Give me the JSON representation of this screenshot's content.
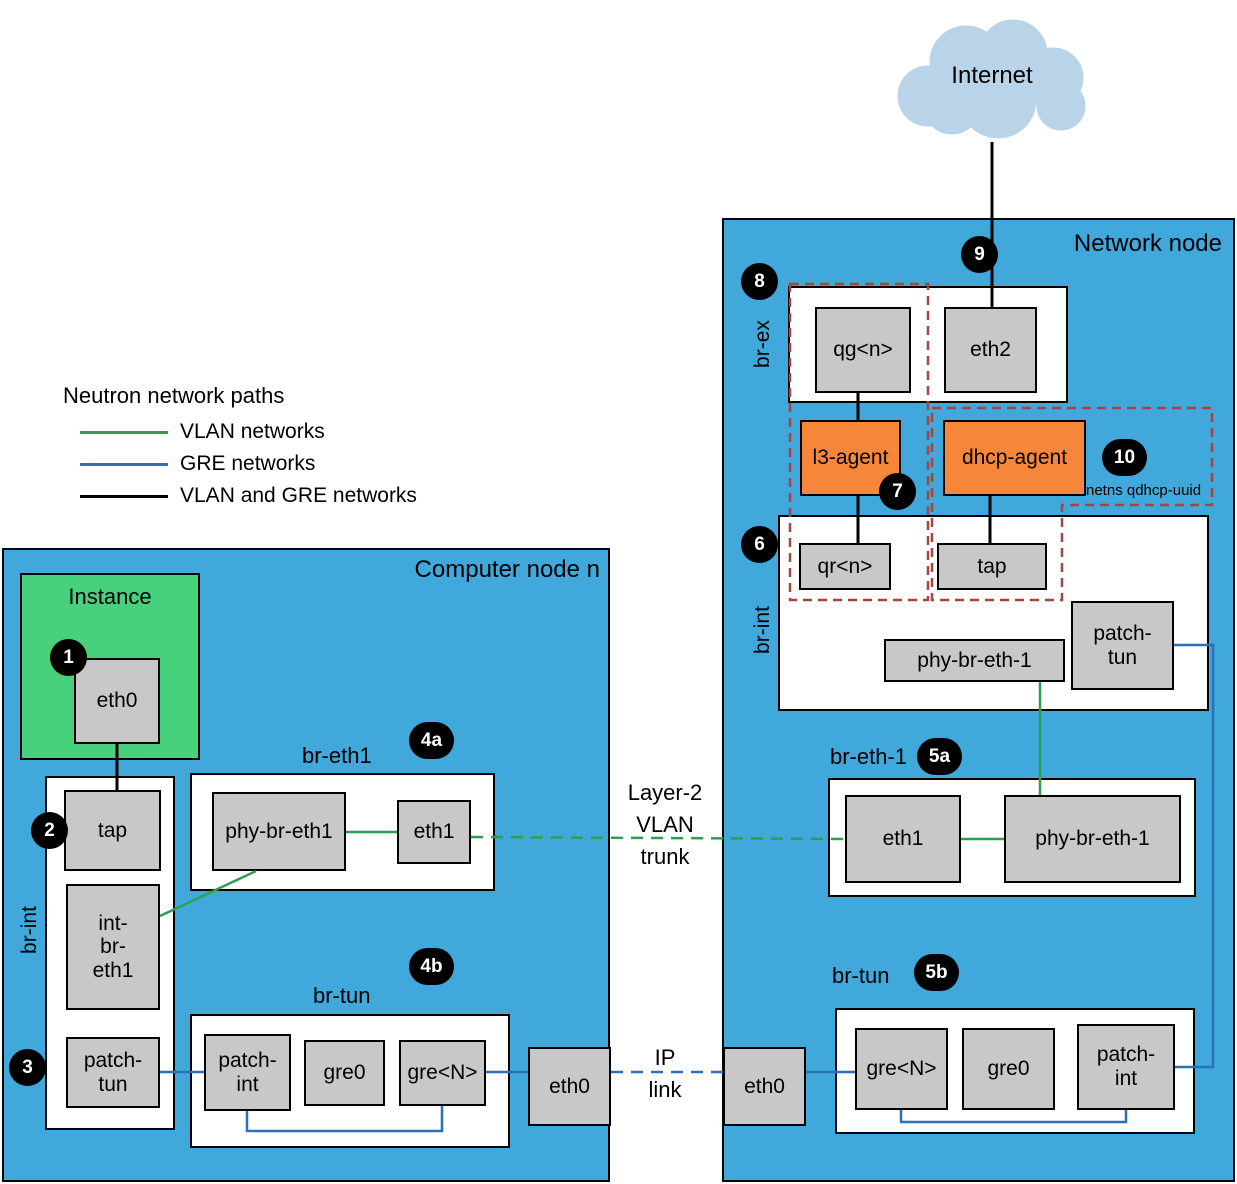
{
  "colors": {
    "node-blue": "#41A8DB",
    "box-gray": "#C8C8C8",
    "instance-green": "#47D17D",
    "agent-orange": "#F6873A",
    "netns-red": "#A84440",
    "vlan-green": "#2E9E55",
    "gre-blue": "#2F6EB8",
    "cloud-blue": "#B9D4E8"
  },
  "legend": {
    "title": "Neutron network paths",
    "items": [
      {
        "label": "VLAN networks"
      },
      {
        "label": "GRE networks"
      },
      {
        "label": "VLAN and GRE networks"
      }
    ]
  },
  "internet": {
    "label": "Internet"
  },
  "compute_node": {
    "title": "Computer node n",
    "instance_label": "Instance",
    "instance_eth0": "eth0",
    "br_int_label": "br-int",
    "tap": "tap",
    "int_br_eth1": "int-\nbr-\neth1",
    "patch_tun": "patch-\ntun",
    "br_eth1_label": "br-eth1",
    "phy_br_eth1": "phy-br-eth1",
    "eth1": "eth1",
    "br_tun_label": "br-tun",
    "patch_int": "patch-\nint",
    "gre0": "gre0",
    "greN": "gre<N>",
    "eth0": "eth0"
  },
  "network_node": {
    "title": "Network node",
    "br_ex_label": "br-ex",
    "qg": "qg<n>",
    "eth2": "eth2",
    "l3_agent": "l3-agent",
    "dhcp_agent": "dhcp-agent",
    "netns_qdhcp": "netns qdhcp-uuid",
    "br_int_label": "br-int",
    "qr": "qr<n>",
    "tap": "tap",
    "phy_br_eth_1": "phy-br-eth-1",
    "patch_tun": "patch-\ntun",
    "br_eth_1_label": "br-eth-1",
    "eth1": "eth1",
    "br_tun_label": "br-tun",
    "greN": "gre<N>",
    "gre0": "gre0",
    "patch_int": "patch-\nint",
    "eth0": "eth0"
  },
  "links": {
    "vlan_trunk": "Layer-2\nVLAN\ntrunk",
    "ip_link": "IP\nlink"
  },
  "badges": {
    "instance_eth0": "1",
    "tap": "2",
    "patch_tun": "3",
    "br_eth1": "4a",
    "br_tun": "4b",
    "net_br_eth_1": "5a",
    "net_br_tun": "5b",
    "net_br_int": "6",
    "l3_agent": "7",
    "br_ex": "8",
    "eth2": "9",
    "dhcp_agent": "10"
  }
}
